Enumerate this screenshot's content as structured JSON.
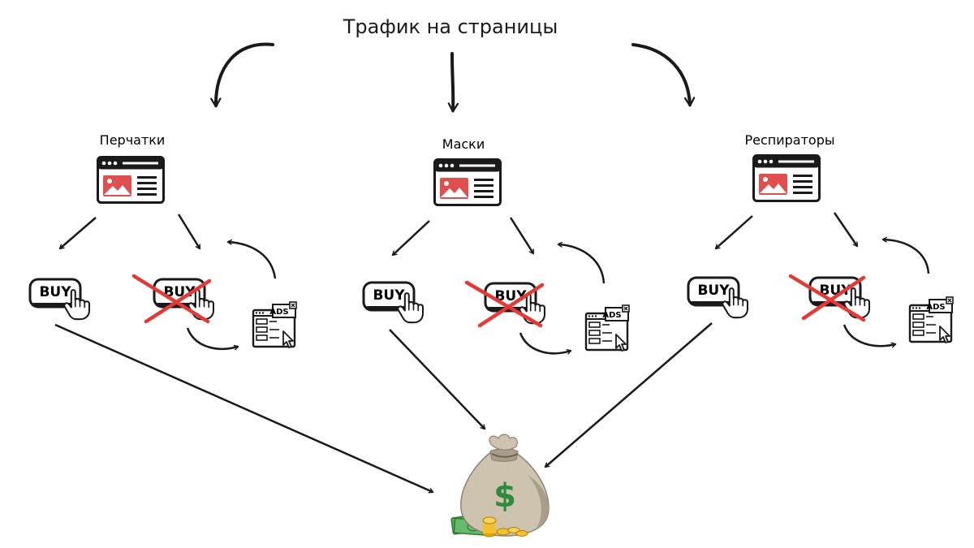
{
  "title": "Трафик на страницы",
  "pages": [
    {
      "label": "Перчатки"
    },
    {
      "label": "Маски"
    },
    {
      "label": "Респираторы"
    }
  ],
  "buy_label": "BUY",
  "ads_label": "ADS",
  "money_symbol": "$",
  "colors": {
    "ink": "#1a1a1a",
    "image_red": "#e04e4e",
    "cross_red": "#e53935",
    "bag": "#cdc3ae",
    "bag_shadow": "#a89f8a",
    "dollar_green": "#2e8b3d",
    "bill_green": "#4caf50",
    "coin": "#f2c12e"
  }
}
